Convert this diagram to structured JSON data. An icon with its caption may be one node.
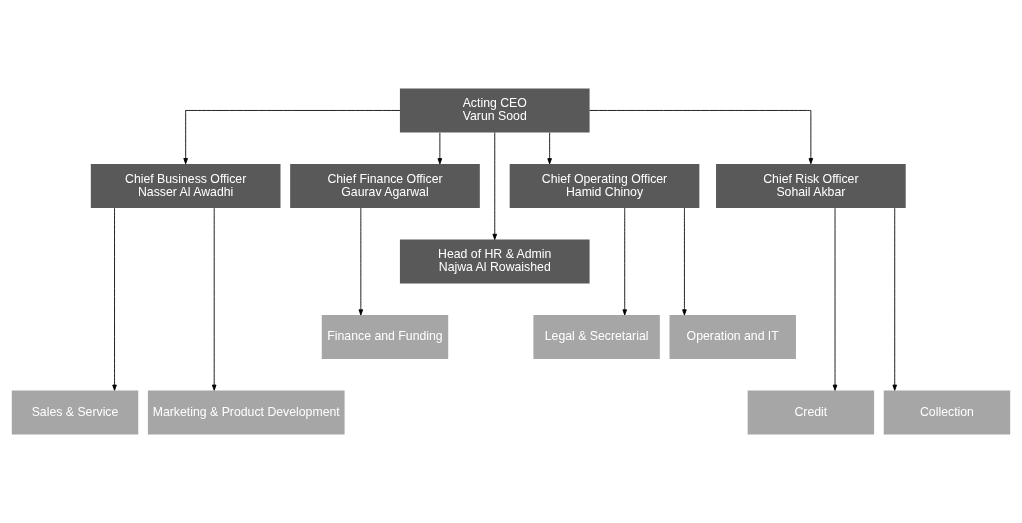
{
  "diagram": {
    "nodes": [
      {
        "text": [
          "Acting CEO",
          "Varun Sood"
        ]
      },
      {
        "text": [
          "Chief Business Officer",
          "Nasser Al Awadhi"
        ]
      },
      {
        "text": [
          "Chief Finance Officer",
          "Gaurav Agarwal"
        ]
      },
      {
        "text": [
          "Head of HR & Admin",
          "Najwa Al Rowaished"
        ]
      },
      {
        "text": [
          "Chief Operating Officer",
          "Hamid Chinoy"
        ]
      },
      {
        "text": [
          "Chief Risk Officer",
          "Sohail Akbar"
        ]
      },
      {
        "text": [
          "Finance and Funding"
        ]
      },
      {
        "text": [
          "Legal & Secretarial"
        ]
      },
      {
        "text": [
          "Operation and IT"
        ]
      },
      {
        "text": [
          "Sales & Service"
        ]
      },
      {
        "text": [
          "Marketing & Product Development"
        ]
      },
      {
        "text": [
          "Credit"
        ]
      },
      {
        "text": [
          "Collection"
        ]
      }
    ],
    "edges": [
      {
        "from": 0,
        "to": 1,
        "arrow": "to"
      },
      {
        "from": 0,
        "to": 2,
        "arrow": "to"
      },
      {
        "from": 0,
        "to": 3,
        "arrow": "to"
      },
      {
        "from": 0,
        "to": 4,
        "arrow": "to"
      },
      {
        "from": 0,
        "to": 5,
        "arrow": "to"
      },
      {
        "from": 2,
        "to": 6,
        "arrow": "to"
      },
      {
        "from": 4,
        "to": 7,
        "arrow": "to"
      },
      {
        "from": 4,
        "to": 8,
        "arrow": "to"
      },
      {
        "from": 1,
        "to": 9,
        "arrow": "to"
      },
      {
        "from": 1,
        "to": 10,
        "arrow": "to"
      },
      {
        "from": 5,
        "to": 11,
        "arrow": "to"
      },
      {
        "from": 5,
        "to": 12,
        "arrow": "to"
      }
    ]
  }
}
